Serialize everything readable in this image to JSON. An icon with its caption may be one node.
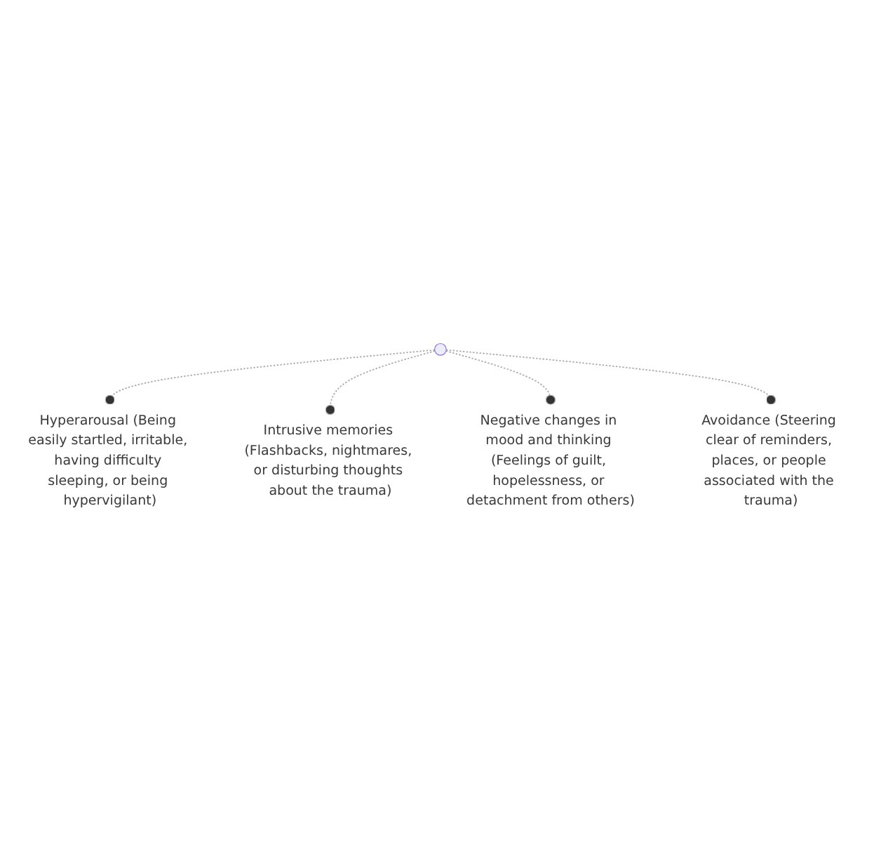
{
  "diagram": {
    "nodes": [
      {
        "text": [],
        "shape": "circle"
      },
      {
        "text": [
          "Hyperarousal (Being easily startled, irritable, having difficulty sleeping, or being hypervigilant)"
        ]
      },
      {
        "text": [
          "Intrusive memories (Flashbacks, nightmares, or disturbing thoughts about the trauma)"
        ]
      },
      {
        "text": [
          "Negative changes in mood and thinking (Feelings of guilt, hopelessness, or detachment from others)"
        ]
      },
      {
        "text": [
          "Avoidance (Steering clear of reminders, places, or people associated with the trauma)"
        ]
      }
    ],
    "edges": [
      {
        "from": 0,
        "to": 1,
        "arrow": "other",
        "style": "dashed"
      },
      {
        "from": 0,
        "to": 2,
        "arrow": "other",
        "style": "dashed"
      },
      {
        "from": 0,
        "to": 3,
        "arrow": "other",
        "style": "dashed"
      },
      {
        "from": 0,
        "to": 4,
        "arrow": "other",
        "style": "dashed"
      }
    ]
  }
}
